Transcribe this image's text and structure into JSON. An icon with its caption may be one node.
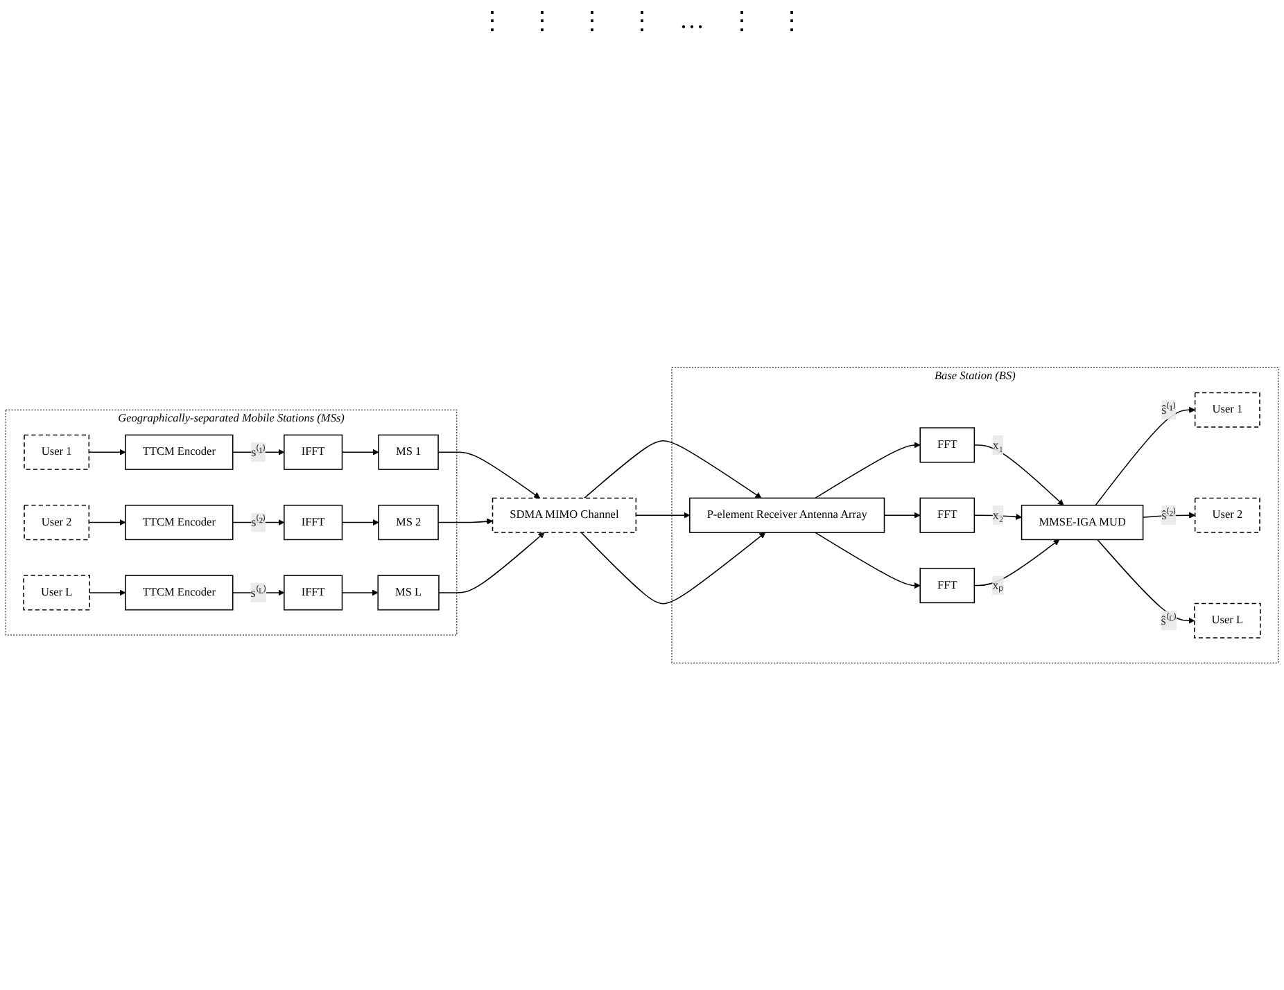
{
  "diagram": {
    "nodes": [
      {
        "text": [
          "Geographically-separated Mobile Stations (MSs)"
        ]
      },
      {
        "text": [
          "User 1"
        ],
        "in": 0
      },
      {
        "text": [
          "TTCM Encoder"
        ],
        "in": 0
      },
      {
        "text": [
          "IFFT"
        ],
        "in": 0
      },
      {
        "text": [
          "MS 1"
        ],
        "in": 0
      },
      {
        "text": [
          "User 2"
        ],
        "in": 0
      },
      {
        "text": [
          "TTCM Encoder"
        ],
        "in": 0
      },
      {
        "text": [
          "IFFT"
        ],
        "in": 0
      },
      {
        "text": [
          "MS 2"
        ],
        "in": 0
      },
      {
        "text": [
          "User L"
        ],
        "in": 0
      },
      {
        "text": [
          "TTCM Encoder"
        ],
        "in": 0
      },
      {
        "text": [
          "IFFT"
        ],
        "in": 0
      },
      {
        "text": [
          "MS L"
        ],
        "in": 0
      },
      {
        "text": [
          "SDMA MIMO Channel"
        ]
      },
      {
        "text": [
          "Base Station (BS)"
        ]
      },
      {
        "text": [
          "P-element Receiver Antenna Array"
        ],
        "in": 14
      },
      {
        "text": [
          "FFT"
        ],
        "in": 14
      },
      {
        "text": [
          "FFT"
        ],
        "in": 14
      },
      {
        "text": [
          "FFT"
        ],
        "in": 14
      },
      {
        "text": [
          "MMSE-IGA MUD"
        ],
        "in": 14
      },
      {
        "text": [
          "User 1"
        ],
        "in": 14
      },
      {
        "text": [
          "User 2"
        ],
        "in": 14
      },
      {
        "text": [
          "User L"
        ],
        "in": 14
      }
    ],
    "edges": [
      {
        "from": 1,
        "to": 2,
        "arrow": "to"
      },
      {
        "from": 2,
        "to": 3,
        "arrow": "to",
        "label": "s⁽¹⁾"
      },
      {
        "from": 3,
        "to": 4,
        "arrow": "to"
      },
      {
        "from": 4,
        "to": 13,
        "arrow": "to"
      },
      {
        "from": 5,
        "to": 6,
        "arrow": "to"
      },
      {
        "from": 6,
        "to": 7,
        "arrow": "to",
        "label": "s⁽²⁾"
      },
      {
        "from": 7,
        "to": 8,
        "arrow": "to"
      },
      {
        "from": 8,
        "to": 13,
        "arrow": "to"
      },
      {
        "from": 9,
        "to": 10,
        "arrow": "to"
      },
      {
        "from": 10,
        "to": 11,
        "arrow": "to",
        "label": "s⁽ᴸ⁾"
      },
      {
        "from": 11,
        "to": 12,
        "arrow": "to"
      },
      {
        "from": 12,
        "to": 13,
        "arrow": "to"
      },
      {
        "from": 13,
        "to": 15,
        "arrow": "to"
      },
      {
        "from": 13,
        "to": 15,
        "arrow": "to"
      },
      {
        "from": 13,
        "to": 15,
        "arrow": "to"
      },
      {
        "from": 15,
        "to": 16,
        "arrow": "to"
      },
      {
        "from": 15,
        "to": 17,
        "arrow": "to"
      },
      {
        "from": 15,
        "to": 18,
        "arrow": "to"
      },
      {
        "from": 16,
        "to": 19,
        "arrow": "to",
        "label": "x₁"
      },
      {
        "from": 17,
        "to": 19,
        "arrow": "to",
        "label": "x₂"
      },
      {
        "from": 18,
        "to": 19,
        "arrow": "to",
        "label": "xₚ"
      },
      {
        "from": 19,
        "to": 20,
        "arrow": "to",
        "label": "ŝ⁽¹⁾"
      },
      {
        "from": 19,
        "to": 21,
        "arrow": "to",
        "label": "ŝ⁽²⁾"
      },
      {
        "from": 19,
        "to": 22,
        "arrow": "to",
        "label": "ŝ⁽ᴸ⁾"
      }
    ],
    "labels": [
      "⋮",
      "⋮",
      "⋮",
      "⋮",
      "…",
      "⋮",
      "⋮"
    ]
  }
}
